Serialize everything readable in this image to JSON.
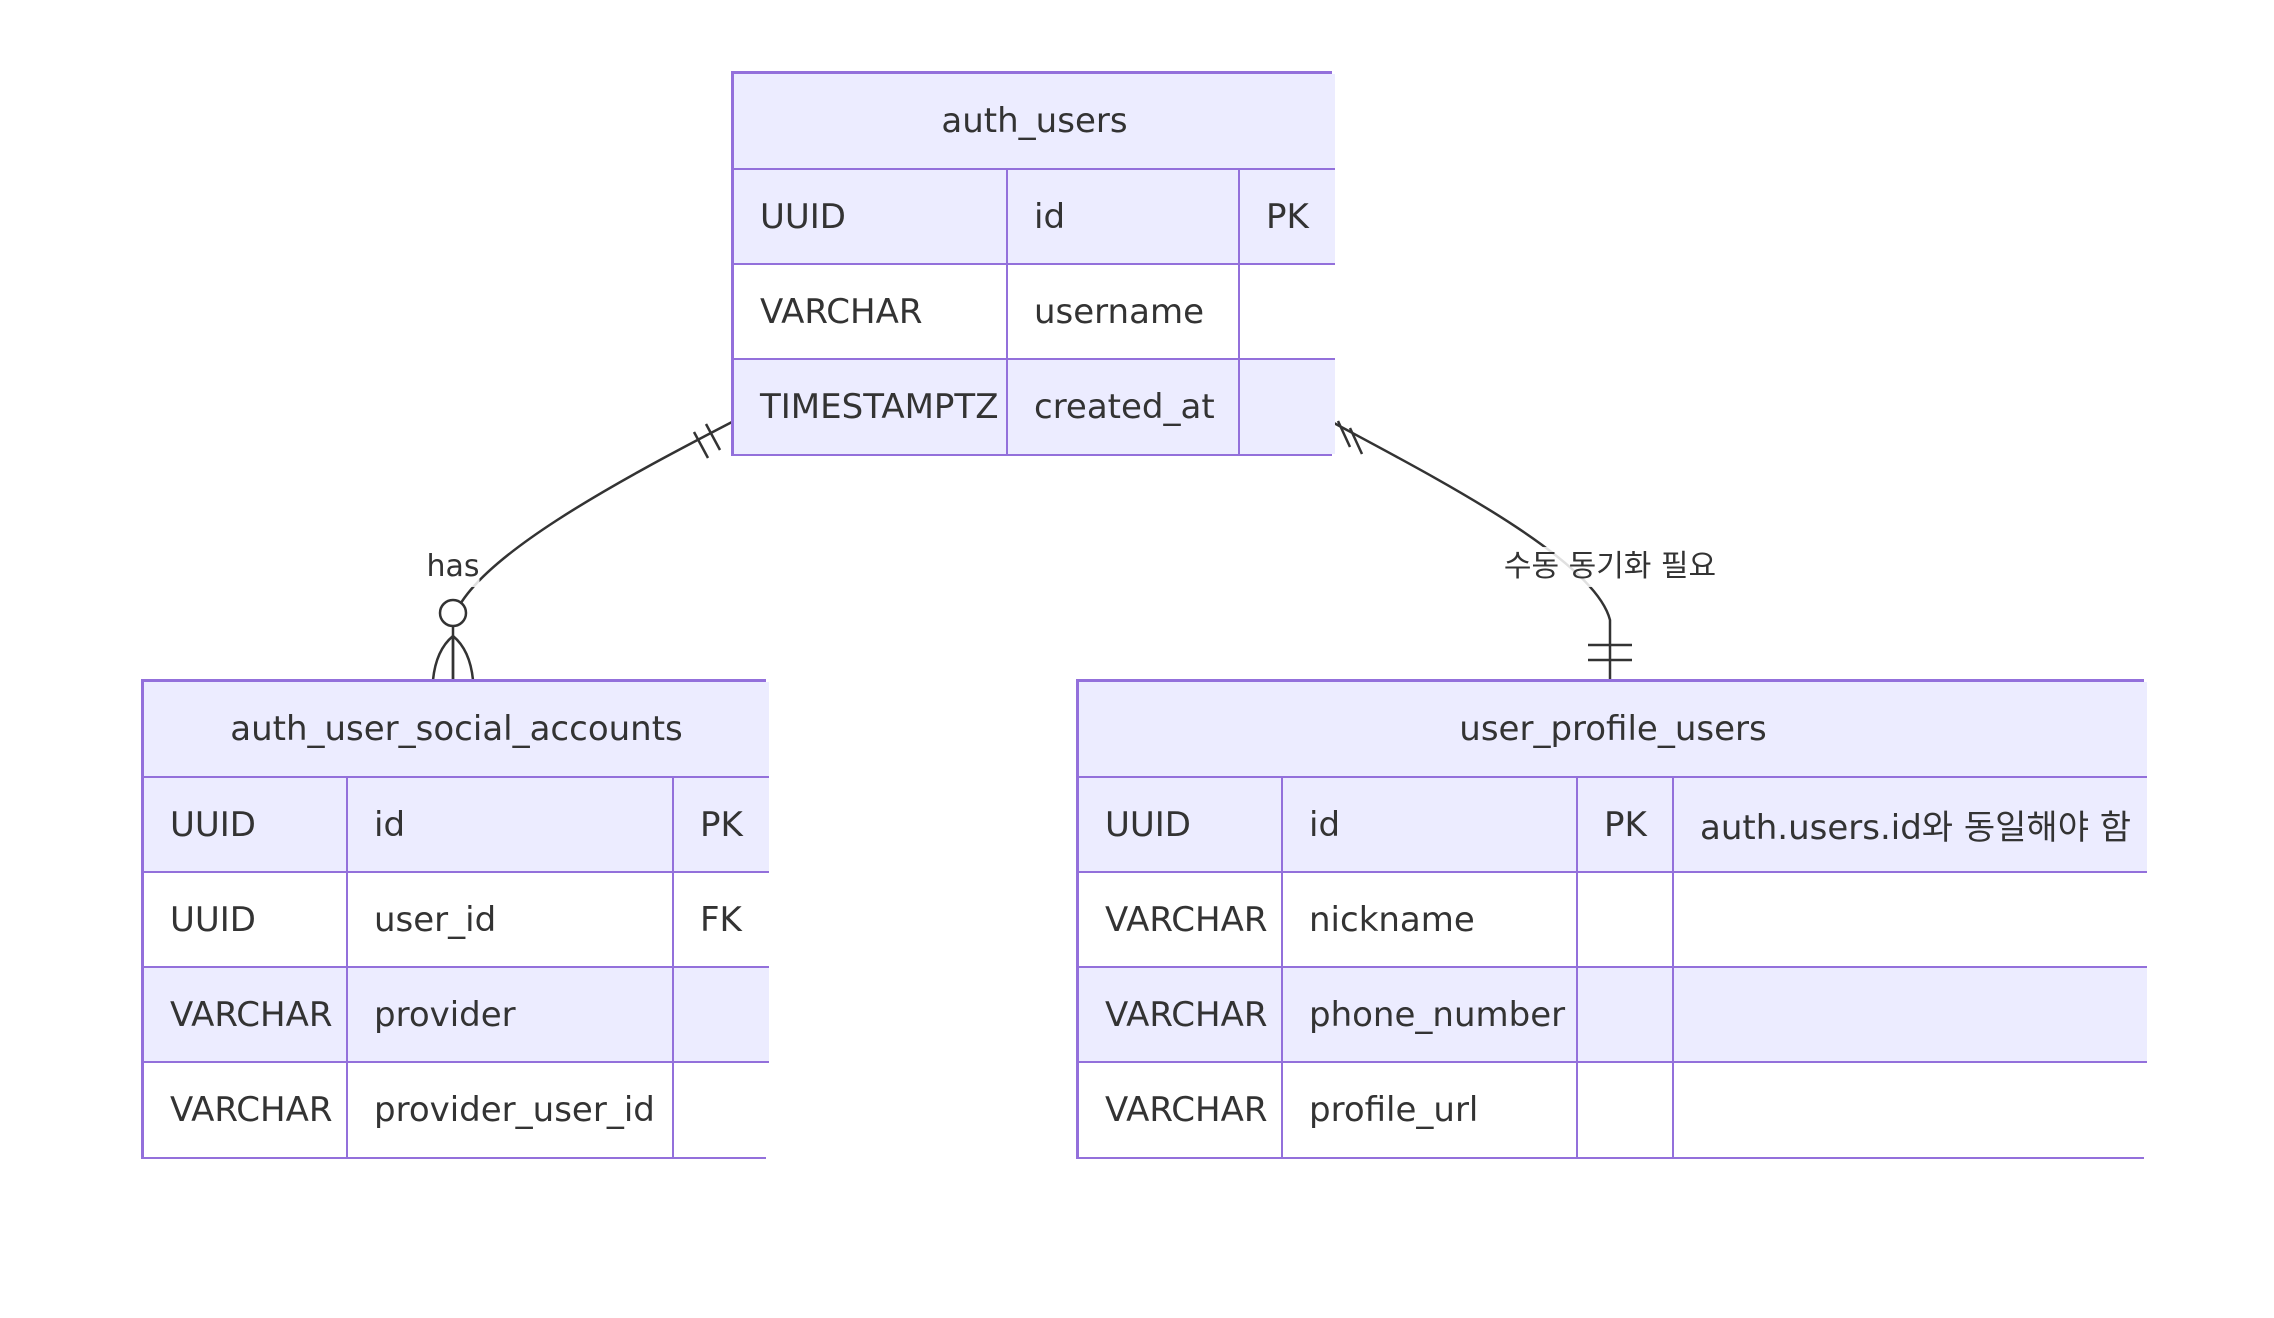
{
  "entities": {
    "auth_users": {
      "name": "auth_users",
      "rows": [
        {
          "type": "UUID",
          "name": "id",
          "key": "PK"
        },
        {
          "type": "VARCHAR",
          "name": "username",
          "key": ""
        },
        {
          "type": "TIMESTAMPTZ",
          "name": "created_at",
          "key": ""
        }
      ]
    },
    "auth_user_social_accounts": {
      "name": "auth_user_social_accounts",
      "rows": [
        {
          "type": "UUID",
          "name": "id",
          "key": "PK"
        },
        {
          "type": "UUID",
          "name": "user_id",
          "key": "FK"
        },
        {
          "type": "VARCHAR",
          "name": "provider",
          "key": ""
        },
        {
          "type": "VARCHAR",
          "name": "provider_user_id",
          "key": ""
        }
      ]
    },
    "user_profile_users": {
      "name": "user_profile_users",
      "rows": [
        {
          "type": "UUID",
          "name": "id",
          "key": "PK",
          "comment": "auth.users.id와 동일해야 함"
        },
        {
          "type": "VARCHAR",
          "name": "nickname",
          "key": "",
          "comment": ""
        },
        {
          "type": "VARCHAR",
          "name": "phone_number",
          "key": "",
          "comment": ""
        },
        {
          "type": "VARCHAR",
          "name": "profile_url",
          "key": "",
          "comment": ""
        }
      ]
    }
  },
  "relationships": [
    {
      "from": "auth_users",
      "to": "auth_user_social_accounts",
      "label": "has",
      "cardinality": "one-to-zero-or-many"
    },
    {
      "from": "auth_users",
      "to": "user_profile_users",
      "label": "수동 동기화 필요",
      "cardinality": "one-to-one"
    }
  ],
  "colors": {
    "border": "#9370DB",
    "header_fill": "#ECECFF",
    "row_alt_fill": "#ECECFF",
    "line": "#333333"
  }
}
